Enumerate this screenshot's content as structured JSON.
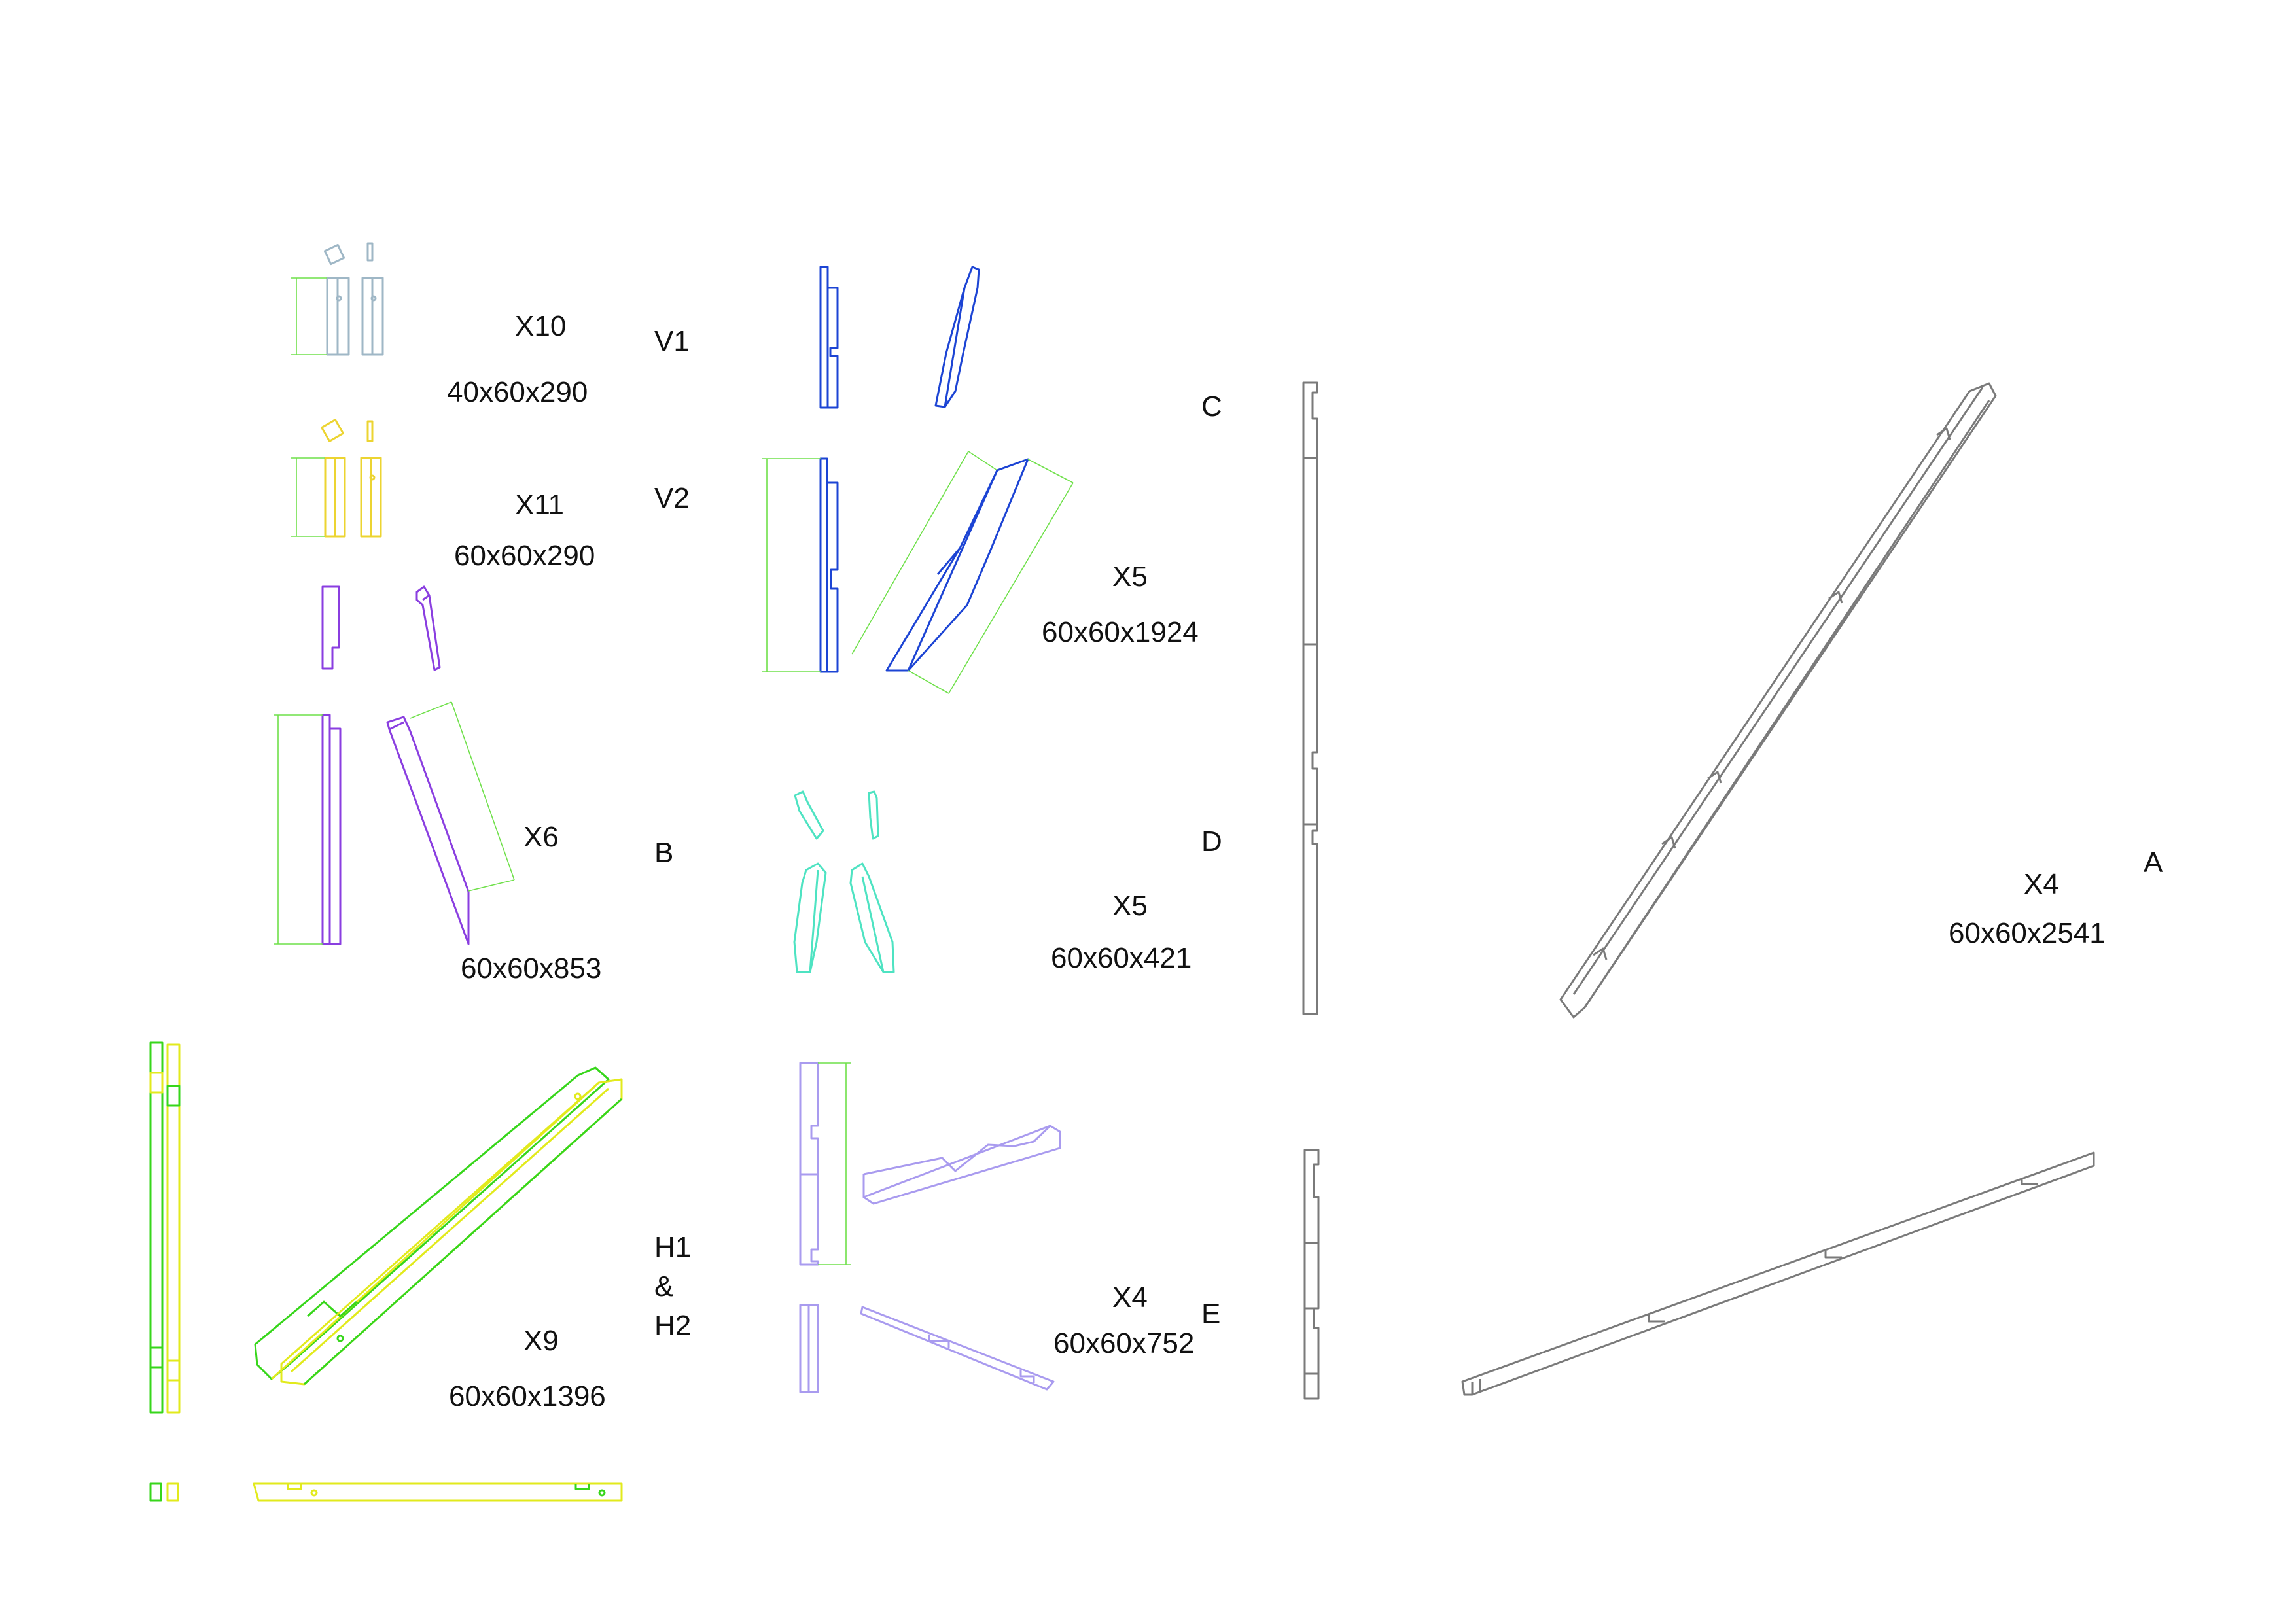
{
  "palette": {
    "x10": "#9fb7c6",
    "x11": "#ecd431",
    "x6": "#8a3ee0",
    "v2": "#1c44d4",
    "b": "#4ee3c2",
    "h": "#a99bef",
    "x9_green": "#37d61b",
    "x9_yellow": "#e2ea1c",
    "grey": "#7a7a7a",
    "dimension_lines": "#6fe04a"
  },
  "parts": [
    {
      "key": "x10",
      "quantity": "X10",
      "size": "40x60x290"
    },
    {
      "key": "x11",
      "quantity": "X11",
      "size": "60x60x290"
    },
    {
      "key": "x6",
      "quantity": "X6",
      "size": "60x60x853"
    },
    {
      "key": "v",
      "quantity": "X5",
      "size": "60x60x1924"
    },
    {
      "key": "b",
      "quantity": "X5",
      "size": "60x60x421"
    },
    {
      "key": "x9",
      "quantity": "X9",
      "size": "60x60x1396"
    },
    {
      "key": "h",
      "quantity": "X4",
      "size": "60x60x752"
    },
    {
      "key": "a",
      "quantity": "X4",
      "size": "60x60x2541"
    }
  ],
  "component_labels": {
    "v1": "V1",
    "v2": "V2",
    "b": "B",
    "h": [
      "H1",
      "&",
      "H2"
    ],
    "c": "C",
    "d": "D",
    "e": "E",
    "a": "A"
  }
}
